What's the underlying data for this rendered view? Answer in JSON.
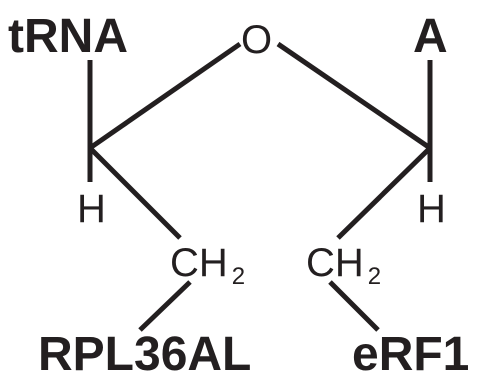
{
  "labels": {
    "trna": "tRNA",
    "a": "A",
    "oxygen": "O",
    "h_left": "H",
    "h_right": "H",
    "ch2_left_main": "CH",
    "ch2_left_sub": "2",
    "ch2_right_main": "CH",
    "ch2_right_sub": "2",
    "rpl36al": "RPL36AL",
    "erf1": "eRF1"
  },
  "colors": {
    "ink": "#231f20",
    "background": "#ffffff"
  }
}
